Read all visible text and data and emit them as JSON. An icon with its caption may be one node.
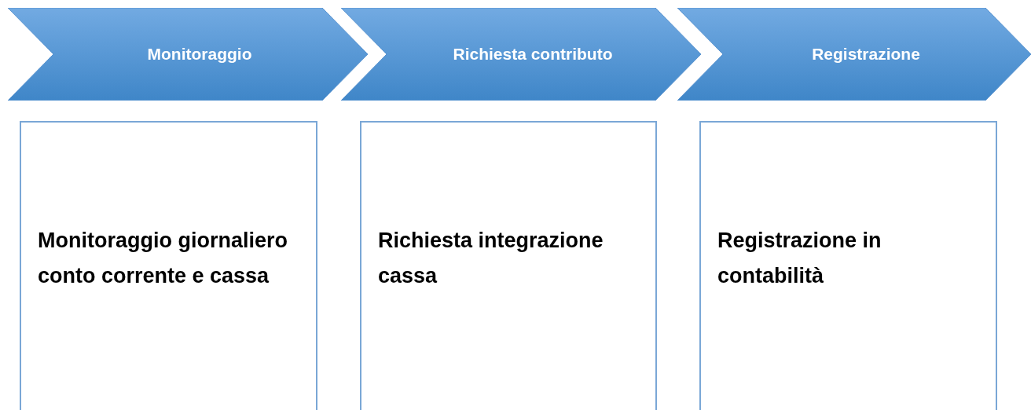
{
  "diagram": {
    "nodes": [
      {
        "text": [
          "Monitoraggio"
        ]
      },
      {
        "text": [
          "Richiesta contributo"
        ]
      },
      {
        "text": [
          "Registrazione"
        ]
      },
      {
        "text": [
          "Monitoraggio giornaliero conto corrente e cassa"
        ]
      },
      {
        "text": [
          "Richiesta integrazione cassa"
        ]
      },
      {
        "text": [
          "Registrazione in contabilità"
        ]
      }
    ]
  }
}
